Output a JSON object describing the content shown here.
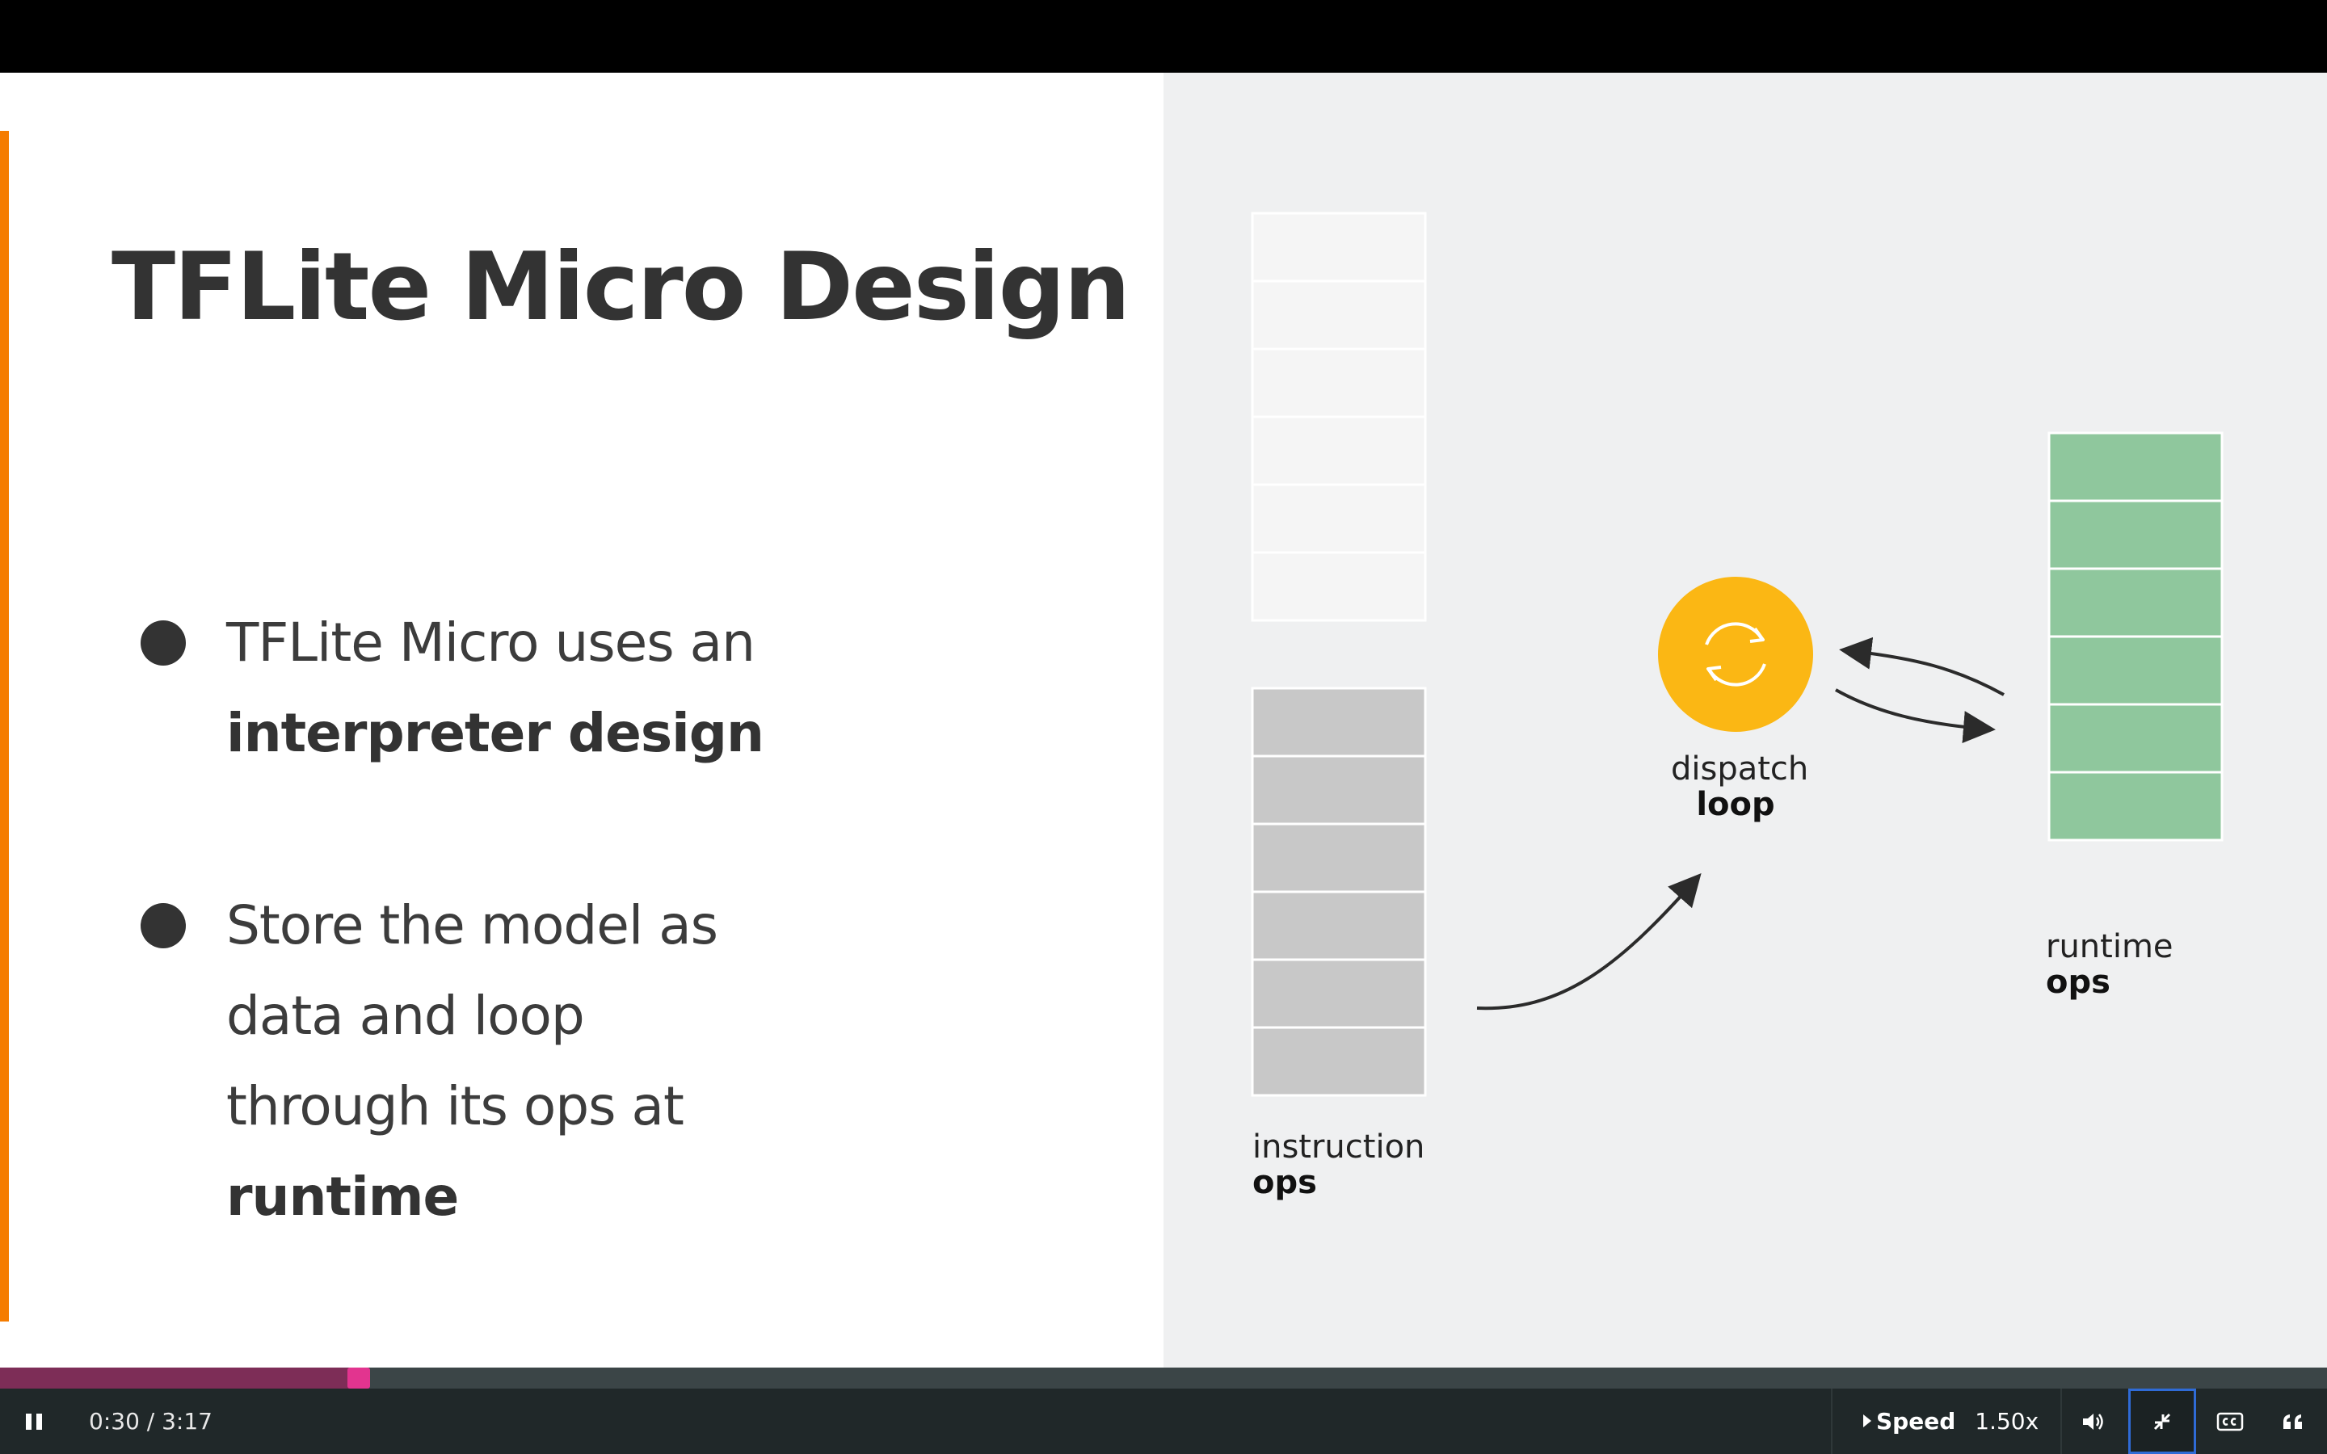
{
  "slide": {
    "title": "TFLite Micro Design",
    "bullets": [
      {
        "lines": [
          {
            "text": "TFLite Micro uses an",
            "bold": false
          },
          {
            "text": "interpreter design",
            "bold": true
          }
        ]
      },
      {
        "lines": [
          {
            "text": "Store the model as",
            "bold": false
          },
          {
            "text": "data and loop",
            "bold": false
          },
          {
            "text": "through its ops at",
            "bold": false
          },
          {
            "text": "runtime",
            "bold": true
          }
        ]
      }
    ],
    "accent_color": "#f57c00"
  },
  "diagram": {
    "instruction_label": "instruction",
    "instruction_label_strong": "ops",
    "dispatch_label": "dispatch",
    "dispatch_label_strong": "loop",
    "runtime_label": "runtime",
    "runtime_label_strong": "ops",
    "colors": {
      "dispatch_circle": "#fbb714",
      "runtime_ops": "#8fc79d",
      "instruction_ops": "#c8c8c8",
      "empty_ops": "#f5f5f5",
      "arrow": "#2b2b2b"
    },
    "icon": "sync-icon"
  },
  "player": {
    "time_display": "0:30 / 3:17",
    "progress": 0.154,
    "speed_label": "Speed",
    "speed_value": "1.50x",
    "icons": [
      "pause-icon",
      "caret-right-icon",
      "volume-icon",
      "exit-fullscreen-icon",
      "closed-captions-icon",
      "transcript-quote-icon"
    ],
    "colors": {
      "bar_bg": "#202829",
      "progress_fill": "#7d2d57",
      "progress_handle": "#e2348f",
      "focus_ring": "#2f6bd6"
    }
  }
}
